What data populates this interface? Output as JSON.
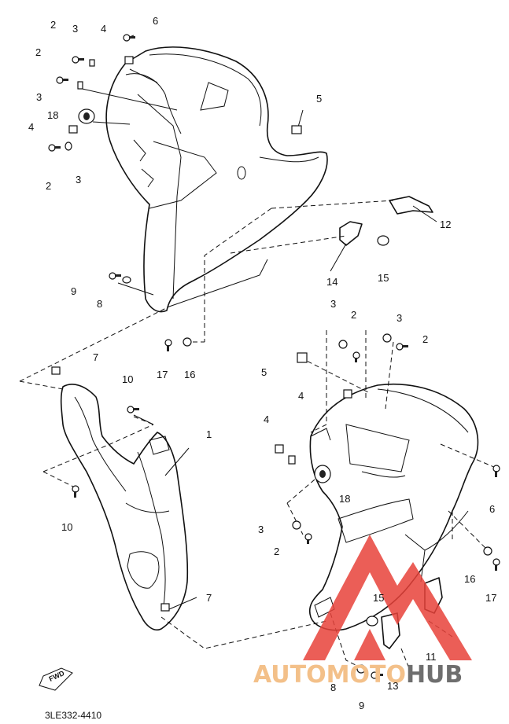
{
  "diagram": {
    "drawing_code": "3LE332-4410",
    "fwd_label": "FWD",
    "watermark": {
      "part1": "AUTOMOTO",
      "part2": "HUB",
      "logo_color": "#e8423a",
      "text_color": "#f3c089"
    }
  },
  "callouts": [
    {
      "text": "2"
    },
    {
      "text": "3"
    },
    {
      "text": "4"
    },
    {
      "text": "6"
    },
    {
      "text": "2"
    },
    {
      "text": "3"
    },
    {
      "text": "18"
    },
    {
      "text": "4"
    },
    {
      "text": "2"
    },
    {
      "text": "3"
    },
    {
      "text": "5"
    },
    {
      "text": "12"
    },
    {
      "text": "14"
    },
    {
      "text": "15"
    },
    {
      "text": "9"
    },
    {
      "text": "8"
    },
    {
      "text": "17"
    },
    {
      "text": "16"
    },
    {
      "text": "7"
    },
    {
      "text": "10"
    },
    {
      "text": "1"
    },
    {
      "text": "10"
    },
    {
      "text": "7"
    },
    {
      "text": "3"
    },
    {
      "text": "2"
    },
    {
      "text": "3"
    },
    {
      "text": "2"
    },
    {
      "text": "5"
    },
    {
      "text": "4"
    },
    {
      "text": "4"
    },
    {
      "text": "18"
    },
    {
      "text": "3"
    },
    {
      "text": "2"
    },
    {
      "text": "6"
    },
    {
      "text": "16"
    },
    {
      "text": "17"
    },
    {
      "text": "15"
    },
    {
      "text": "11"
    },
    {
      "text": "8"
    },
    {
      "text": "13"
    },
    {
      "text": "9"
    }
  ]
}
